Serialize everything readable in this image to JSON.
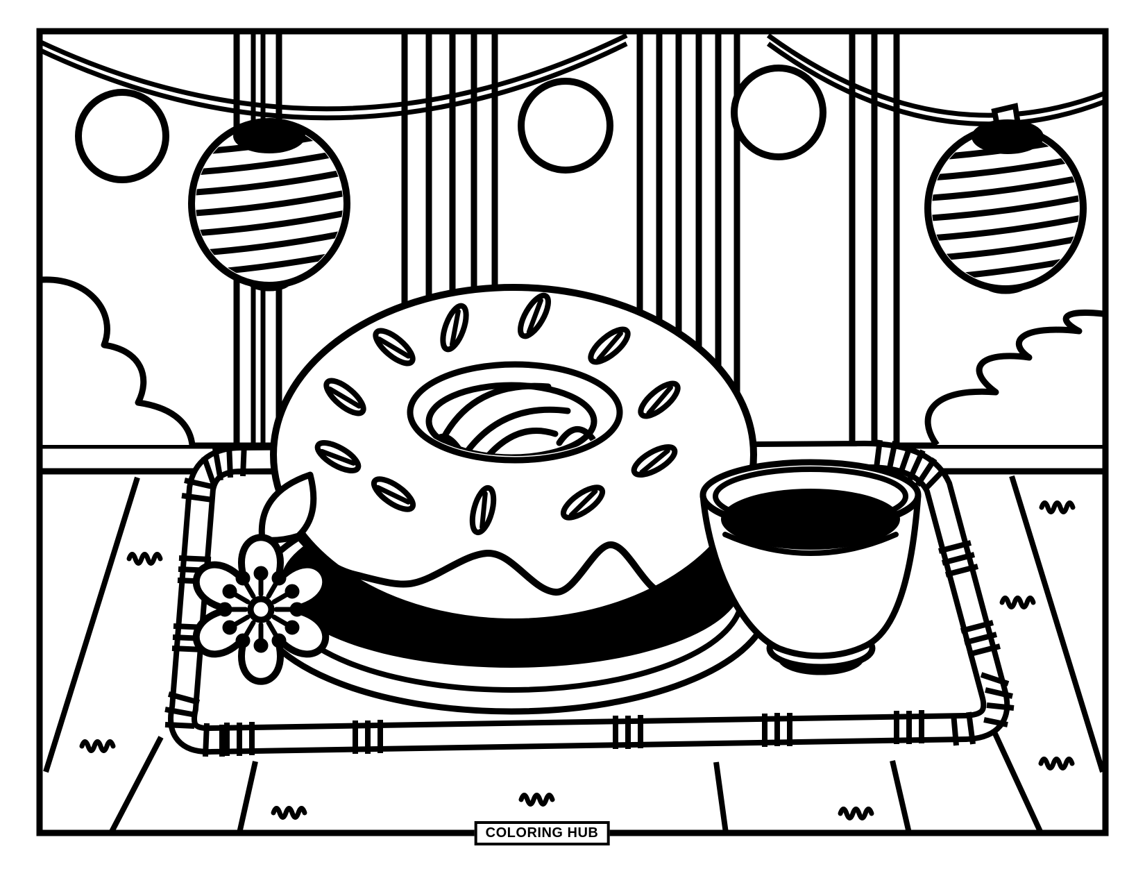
{
  "footer": {
    "label": "COLORING HUB"
  },
  "colors": {
    "line": "#000000",
    "background": "#ffffff"
  },
  "scene": {
    "items": [
      "donut-with-sprinkles-on-plate",
      "tea-cup-with-dark-tea",
      "bamboo-serving-tray",
      "cherry-blossom-flower",
      "paper-lantern-left",
      "paper-lantern-right",
      "round-balloon-lights",
      "string-lights",
      "wall-panels",
      "bushes",
      "floor-planks"
    ]
  }
}
